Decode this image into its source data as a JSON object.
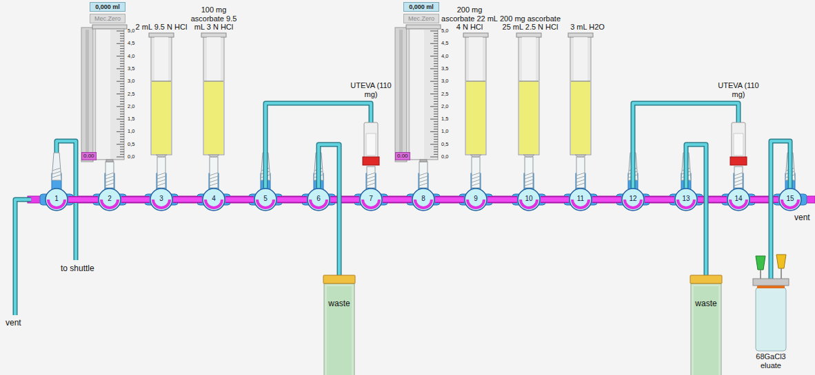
{
  "diagram": {
    "nodes": [
      {
        "text": [
          "0,000 ml",
          "Mec.Zero",
          "0.00"
        ]
      },
      {
        "text": [
          "2 mL 9.5 N HCl"
        ]
      },
      {
        "text": [
          "100 mg ascorbate 9.5 mL 3 N HCl"
        ]
      },
      {
        "text": [
          "UTEVA (110 mg)"
        ]
      },
      {
        "text": [
          "0,000 ml",
          "Mec.Zero",
          "0.00"
        ]
      },
      {
        "text": [
          "200 mg ascorbate 22 mL 4 N HCl"
        ]
      },
      {
        "text": [
          "200 mg ascorbate 25 mL 2.5 N HCl"
        ]
      },
      {
        "text": [
          "3 mL H2O"
        ]
      },
      {
        "text": [
          "UTEVA (110 mg)"
        ]
      },
      {
        "text": [
          "1"
        ]
      },
      {
        "text": [
          "2"
        ]
      },
      {
        "text": [
          "3"
        ]
      },
      {
        "text": [
          "4"
        ]
      },
      {
        "text": [
          "5"
        ]
      },
      {
        "text": [
          "6"
        ]
      },
      {
        "text": [
          "7"
        ]
      },
      {
        "text": [
          "8"
        ]
      },
      {
        "text": [
          "9"
        ]
      },
      {
        "text": [
          "10"
        ]
      },
      {
        "text": [
          "11"
        ]
      },
      {
        "text": [
          "12"
        ]
      },
      {
        "text": [
          "13"
        ]
      },
      {
        "text": [
          "14"
        ]
      },
      {
        "text": [
          "15"
        ]
      },
      {
        "text": [
          "waste"
        ]
      },
      {
        "text": [
          "waste"
        ]
      },
      {
        "text": [
          "68GaCl3 eluate"
        ]
      }
    ],
    "edges": [
      {
        "from": 9,
        "to": 10,
        "arrow": "none"
      },
      {
        "from": 10,
        "to": 11,
        "arrow": "none"
      },
      {
        "from": 11,
        "to": 12,
        "arrow": "none"
      },
      {
        "from": 12,
        "to": 13,
        "arrow": "none"
      },
      {
        "from": 13,
        "to": 14,
        "arrow": "none"
      },
      {
        "from": 14,
        "to": 15,
        "arrow": "none"
      },
      {
        "from": 15,
        "to": 16,
        "arrow": "none"
      },
      {
        "from": 16,
        "to": 17,
        "arrow": "none"
      },
      {
        "from": 17,
        "to": 18,
        "arrow": "none"
      },
      {
        "from": 18,
        "to": 19,
        "arrow": "none"
      },
      {
        "from": 19,
        "to": 20,
        "arrow": "none"
      },
      {
        "from": 20,
        "to": 21,
        "arrow": "none"
      },
      {
        "from": 21,
        "to": 22,
        "arrow": "none"
      },
      {
        "from": 22,
        "to": 23,
        "arrow": "none"
      },
      {
        "from": 0,
        "to": 10,
        "arrow": "none"
      },
      {
        "from": 1,
        "to": 11,
        "arrow": "none"
      },
      {
        "from": 2,
        "to": 12,
        "arrow": "none"
      },
      {
        "from": 3,
        "to": 15,
        "arrow": "none"
      },
      {
        "from": 4,
        "to": 16,
        "arrow": "none"
      },
      {
        "from": 5,
        "to": 17,
        "arrow": "none"
      },
      {
        "from": 6,
        "to": 18,
        "arrow": "none"
      },
      {
        "from": 7,
        "to": 19,
        "arrow": "none"
      },
      {
        "from": 8,
        "to": 22,
        "arrow": "none"
      },
      {
        "from": 13,
        "to": 3,
        "arrow": "none"
      },
      {
        "from": 14,
        "to": 24,
        "arrow": "none"
      },
      {
        "from": 20,
        "to": 8,
        "arrow": "none"
      },
      {
        "from": 21,
        "to": 25,
        "arrow": "none"
      },
      {
        "from": 23,
        "to": 26,
        "arrow": "none"
      }
    ],
    "labels": [
      "5,0",
      "4,5",
      "4,0",
      "3,5",
      "3,0",
      "2,5",
      "2,0",
      "1,5",
      "1,0",
      "0,5",
      "0,0",
      "5,0",
      "4,5",
      "4,0",
      "3,5",
      "3,0",
      "2,5",
      "2,0",
      "1,5",
      "1,0",
      "0,5",
      "0,0",
      "to shuttle",
      "vent",
      "vent"
    ]
  }
}
